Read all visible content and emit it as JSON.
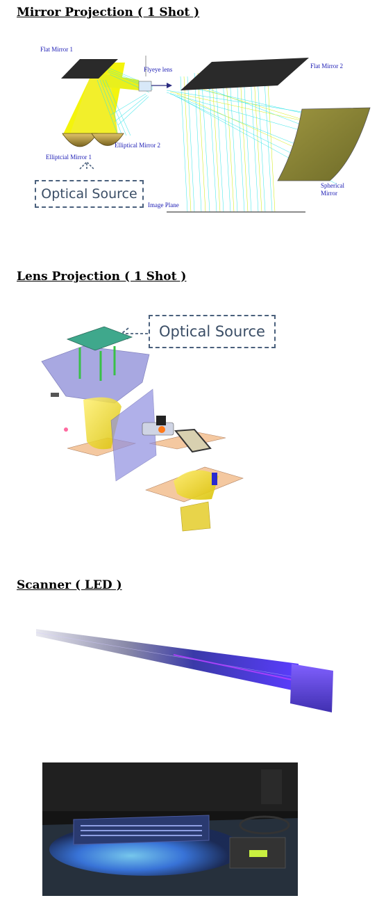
{
  "sections": {
    "mirror": {
      "title": "Mirror Projection ( 1 Shot )",
      "labels": {
        "flat_mirror_1": "Flat Mirror 1",
        "flyeye_lens": "Flyeye lens",
        "flat_mirror_2": "Flat Mirror 2",
        "elliptical_mirror_2": "Elliptical Mirror 2",
        "elliptical_mirror_1": "Elliptcial Mirror 1",
        "spherical_mirror": "Spherical\nMirror",
        "image_plane": "Image Plane"
      },
      "callout": "Optical Source"
    },
    "lens": {
      "title": "Lens Projection ( 1 Shot )",
      "callout": "Optical Source"
    },
    "scanner": {
      "title": "Scanner ( LED )"
    }
  },
  "colors": {
    "ray_yellow": "#f4f400",
    "ray_cyan": "#2fe4e8",
    "mirror_dark": "#2a2a2a",
    "spherical_mirror": "#8b8436",
    "callout_border": "#4a607c",
    "label_blue": "#1a1ab4",
    "uv_glow": "#5a3cff",
    "plate_peach": "#f4c8a0"
  },
  "icons": [
    "dashed-arrow-up-icon",
    "dashed-arrow-left-icon"
  ]
}
